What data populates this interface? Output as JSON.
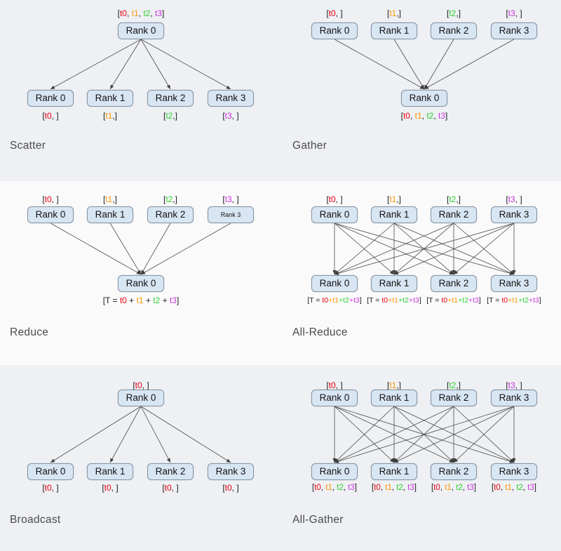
{
  "palette": {
    "red": "#e8000f",
    "orange": "#ff9500",
    "green": "#2fd12f",
    "magenta": "#cc33dd",
    "black": "#1b1b1b"
  },
  "colors": {
    "band_gray": "#eef0f4",
    "band_white": "#fafafb",
    "node_fill": "#d8e5f3",
    "node_border": "#8796a5",
    "edge": "#4a4a4a",
    "title_text": "#4b4b4b"
  },
  "labels": {
    "list_all": [
      {
        "t": "[",
        "c": "black"
      },
      {
        "t": "t0",
        "c": "red"
      },
      {
        "t": ", ",
        "c": "black"
      },
      {
        "t": "t1",
        "c": "orange"
      },
      {
        "t": ", ",
        "c": "black"
      },
      {
        "t": "t2",
        "c": "green"
      },
      {
        "t": ", ",
        "c": "black"
      },
      {
        "t": "t3",
        "c": "magenta"
      },
      {
        "t": "]",
        "c": "black"
      }
    ],
    "t0_spaced": [
      {
        "t": "[",
        "c": "black"
      },
      {
        "t": "t0",
        "c": "red"
      },
      {
        "t": ", ]",
        "c": "black"
      }
    ],
    "t1_tight": [
      {
        "t": "[",
        "c": "black"
      },
      {
        "t": "t1",
        "c": "orange"
      },
      {
        "t": ",]",
        "c": "black"
      }
    ],
    "t2_tight": [
      {
        "t": "[",
        "c": "black"
      },
      {
        "t": "t2",
        "c": "green"
      },
      {
        "t": ",]",
        "c": "black"
      }
    ],
    "t3_spaced": [
      {
        "t": "[",
        "c": "black"
      },
      {
        "t": "t3",
        "c": "magenta"
      },
      {
        "t": ", ]",
        "c": "black"
      }
    ],
    "reduce_sum": [
      {
        "t": "[T = ",
        "c": "black"
      },
      {
        "t": "t0",
        "c": "red"
      },
      {
        "t": " + ",
        "c": "black"
      },
      {
        "t": "t1",
        "c": "orange"
      },
      {
        "t": " + ",
        "c": "black"
      },
      {
        "t": "t2",
        "c": "green"
      },
      {
        "t": " + ",
        "c": "black"
      },
      {
        "t": "t3",
        "c": "magenta"
      },
      {
        "t": "]",
        "c": "black"
      }
    ],
    "reduce_sum_compact": [
      {
        "t": "[T = ",
        "c": "black"
      },
      {
        "t": "t0",
        "c": "red"
      },
      {
        "t": "+",
        "c": "orange"
      },
      {
        "t": "t1",
        "c": "orange"
      },
      {
        "t": "+",
        "c": "green"
      },
      {
        "t": "t2",
        "c": "green"
      },
      {
        "t": "+",
        "c": "magenta"
      },
      {
        "t": "t3",
        "c": "magenta"
      },
      {
        "t": "]",
        "c": "black"
      }
    ]
  },
  "panels": [
    {
      "id": "scatter",
      "title": "Scatter",
      "row": 0,
      "col": 0,
      "type": "fan-out",
      "top_nodes": [
        {
          "label": "Rank 0"
        }
      ],
      "bottom_nodes": [
        {
          "label": "Rank 0"
        },
        {
          "label": "Rank 1"
        },
        {
          "label": "Rank 2"
        },
        {
          "label": "Rank 3"
        }
      ],
      "top_labels": [
        "list_all"
      ],
      "bottom_labels": [
        "t0_spaced",
        "t1_tight",
        "t2_tight",
        "t3_spaced"
      ]
    },
    {
      "id": "gather",
      "title": "Gather",
      "row": 0,
      "col": 1,
      "type": "fan-in",
      "top_nodes": [
        {
          "label": "Rank 0"
        },
        {
          "label": "Rank 1"
        },
        {
          "label": "Rank 2"
        },
        {
          "label": "Rank 3"
        }
      ],
      "bottom_nodes": [
        {
          "label": "Rank 0"
        }
      ],
      "top_labels": [
        "t0_spaced",
        "t1_tight",
        "t2_tight",
        "t3_spaced"
      ],
      "bottom_labels": [
        "list_all"
      ]
    },
    {
      "id": "reduce",
      "title": "Reduce",
      "row": 1,
      "col": 0,
      "type": "fan-in",
      "top_nodes": [
        {
          "label": "Rank 0"
        },
        {
          "label": "Rank 1"
        },
        {
          "label": "Rank 2"
        },
        {
          "label": "Rank 3",
          "small": true
        }
      ],
      "bottom_nodes": [
        {
          "label": "Rank 0"
        }
      ],
      "top_labels": [
        "t0_spaced",
        "t1_tight",
        "t2_tight",
        "t3_spaced"
      ],
      "bottom_labels": [
        "reduce_sum"
      ]
    },
    {
      "id": "all-reduce",
      "title": "All-Reduce",
      "row": 1,
      "col": 1,
      "type": "mesh",
      "top_nodes": [
        {
          "label": "Rank 0"
        },
        {
          "label": "Rank 1"
        },
        {
          "label": "Rank 2"
        },
        {
          "label": "Rank 3"
        }
      ],
      "bottom_nodes": [
        {
          "label": "Rank 0"
        },
        {
          "label": "Rank 1"
        },
        {
          "label": "Rank 2"
        },
        {
          "label": "Rank 3"
        }
      ],
      "top_labels": [
        "t0_spaced",
        "t1_tight",
        "t2_tight",
        "t3_spaced"
      ],
      "bottom_labels": [
        "reduce_sum_compact",
        "reduce_sum_compact",
        "reduce_sum_compact",
        "reduce_sum_compact"
      ]
    },
    {
      "id": "broadcast",
      "title": "Broadcast",
      "row": 2,
      "col": 0,
      "type": "fan-out",
      "top_nodes": [
        {
          "label": "Rank 0"
        }
      ],
      "bottom_nodes": [
        {
          "label": "Rank 0"
        },
        {
          "label": "Rank 1"
        },
        {
          "label": "Rank 2"
        },
        {
          "label": "Rank 3"
        }
      ],
      "top_labels": [
        "t0_spaced"
      ],
      "bottom_labels": [
        "t0_spaced",
        "t0_spaced",
        "t0_spaced",
        "t0_spaced"
      ]
    },
    {
      "id": "all-gather",
      "title": "All-Gather",
      "row": 2,
      "col": 1,
      "type": "mesh",
      "top_nodes": [
        {
          "label": "Rank 0"
        },
        {
          "label": "Rank 1"
        },
        {
          "label": "Rank 2"
        },
        {
          "label": "Rank 3"
        }
      ],
      "bottom_nodes": [
        {
          "label": "Rank 0"
        },
        {
          "label": "Rank 1"
        },
        {
          "label": "Rank 2"
        },
        {
          "label": "Rank 3"
        }
      ],
      "top_labels": [
        "t0_spaced",
        "t1_tight",
        "t2_tight",
        "t3_spaced"
      ],
      "bottom_labels": [
        "list_all",
        "list_all",
        "list_all",
        "list_all"
      ]
    }
  ]
}
